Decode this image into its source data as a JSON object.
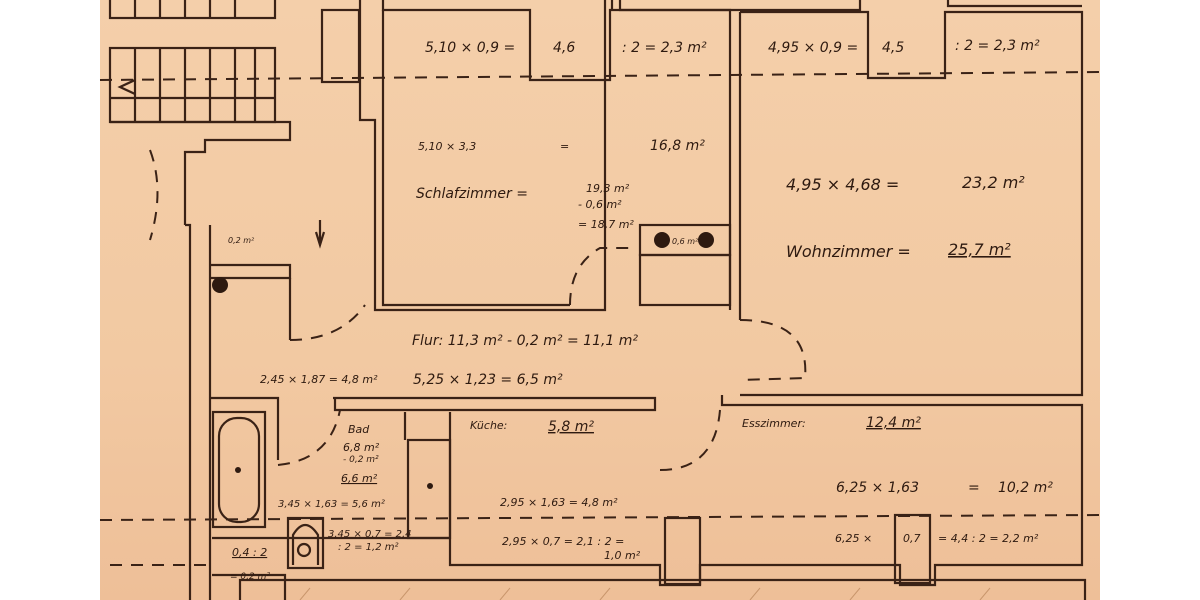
{
  "plan": {
    "schlafzimmer": {
      "strip_calc": "5,10 × 0,9 =",
      "strip_value": "4,6",
      "strip_half": ": 2 = 2,3 m²",
      "main_calc": "5,10 × 3,3",
      "main_eq": "=",
      "main_result": "16,8 m²",
      "label": "Schlafzimmer =",
      "total": "19,3 m²",
      "minus": "- 0,6 m²",
      "net": "= 18,7 m²",
      "chimney": "0,6 m²"
    },
    "wohnzimmer": {
      "strip_calc": "4,95 × 0,9 =",
      "strip_value": "4,5",
      "strip_half": ": 2 = 2,3 m²",
      "main_calc": "4,95 × 4,68 =",
      "main_result": "23,2 m²",
      "label": "Wohnzimmer =",
      "total": "25,7 m²"
    },
    "flur": {
      "shaft": "0,2 m²",
      "summary": "Flur: 11,3 m² - 0,2 m² = 11,1 m²",
      "calc1": "2,45 × 1,87 = 4,8 m²",
      "calc2": "5,25 × 1,23 = 6,5 m²"
    },
    "bad": {
      "label": "Bad",
      "total": "6,8 m²",
      "minus": "- 0,2 m²",
      "net": "6,6 m²",
      "calc1": "3,45 × 1,63 = 5,6 m²",
      "calc2": "3,45 × 0,7 = 2,4",
      "calc2_half": ": 2 = 1,2 m²",
      "corner": "0,4 : 2",
      "corner_result": "= 0,2 m²"
    },
    "kueche": {
      "label": "Küche:",
      "total": "5,8 m²",
      "calc1": "2,95 × 1,63 = 4,8 m²",
      "calc2": "2,95 × 0,7 = 2,1 : 2 =",
      "calc2_result": "1,0 m²"
    },
    "esszimmer": {
      "label": "Esszimmer:",
      "total": "12,4 m²",
      "calc1": "6,25 × 1,63",
      "calc1_eq": "=",
      "calc1_result": "10,2 m²",
      "calc2_a": "6,25 ×",
      "calc2_b": "0,7",
      "calc2_c": "= 4,4 : 2 = 2,2 m²"
    }
  },
  "colors": {
    "paper": "#f2c9a2",
    "ink": "#3a2216"
  }
}
